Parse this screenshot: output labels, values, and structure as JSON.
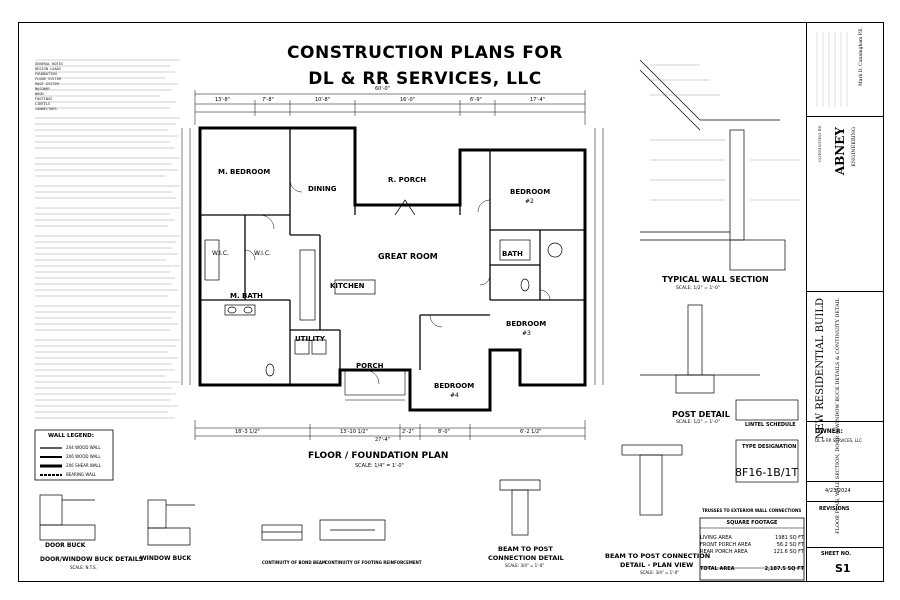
{
  "title": {
    "line1": "CONSTRUCTION PLANS FOR",
    "line2": "DL & RR SERVICES, LLC"
  },
  "rooms": {
    "m_bedroom": "M. BEDROOM",
    "dining": "DINING",
    "r_porch": "R. PORCH",
    "bedroom2": "BEDROOM",
    "bedroom2_num": "#2",
    "great_room": "GREAT ROOM",
    "kitchen": "KITCHEN",
    "m_bath": "M. BATH",
    "wic1": "W.I.C.",
    "wic2": "W.I.C.",
    "bath": "BATH",
    "bedroom3": "BEDROOM",
    "bedroom3_num": "#3",
    "utility": "UTILITY",
    "porch": "PORCH",
    "bedroom4": "BEDROOM",
    "bedroom4_num": "#4"
  },
  "plan_caption": {
    "title": "FLOOR / FOUNDATION PLAN",
    "scale": "SCALE: 1/4\" = 1'-0\""
  },
  "dims": {
    "overall_top": "60'-0\"",
    "top_segments": [
      "13'-8\"",
      "7'-8\"",
      "10'-8\"",
      "16'-0\"",
      "6'-9\"",
      "17'-4\""
    ],
    "overall_bottom": "27'-4\"",
    "bottom_segments": [
      "18'-3 1/2\"",
      "13'-10 1/2\"",
      "2'-2\"",
      "8'-0\"",
      "6'-2 1/2\""
    ]
  },
  "wall_legend": {
    "title": "WALL LEGEND:",
    "items": [
      "2X4 WOOD WALL",
      "2X6 WOOD WALL",
      "2X6 SHEAR WALL",
      "BEARING WALL"
    ]
  },
  "details": {
    "typical_wall_section": {
      "title": "TYPICAL WALL SECTION",
      "scale": "SCALE: 1/2\" = 1'-0\""
    },
    "post_detail": {
      "title": "POST DETAIL",
      "scale": "SCALE: 1/2\" = 1'-0\""
    },
    "door_buck": "DOOR BUCK",
    "window_buck": "WINDOW BUCK",
    "door_window_buck": "DOOR/WINDOW BUCK DETAILS",
    "door_window_scale": "SCALE: N.T.S.",
    "continuity_bond_beam": "CONTINUITY OF BOND BEAM",
    "continuity_footing": "CONTINUITY OF FOOTING REINFORCEMENT",
    "beam_to_post": {
      "title": "BEAM TO POST",
      "title2": "CONNECTION DETAIL",
      "scale": "SCALE: 3/4\" = 1'-0\""
    },
    "beam_to_post_plan": {
      "title": "BEAM TO POST CONNECTION",
      "title2": "DETAIL - PLAN VIEW",
      "scale": "SCALE: 3/4\" = 1'-0\""
    },
    "lintel_schedule": "LINTEL SCHEDULE",
    "type_designation": "TYPE DESIGNATION",
    "lintel_code": "8F16-1B/1T",
    "trusses_note": "TRUSSES TO EXTERIOR WALL CONNECTIONS"
  },
  "square_footage": {
    "title": "SQUARE FOOTAGE",
    "rows": [
      {
        "label": "LIVING AREA",
        "value": "1981 SQ FT"
      },
      {
        "label": "FRONT PORCH AREA",
        "value": "56.2 SQ FT"
      },
      {
        "label": "REAR PORCH AREA",
        "value": "121.6 SQ FT"
      }
    ],
    "total_label": "TOTAL AREA",
    "total_value": "2,187.5 SQ FT"
  },
  "title_block": {
    "firm": "ABNEY",
    "firm_sub": "ENGINEERING",
    "consultant": "CONSULTING BY:",
    "engineer": "Mark D. Cunningham P.E.",
    "project": "NEW RESIDENTIAL BUILD",
    "sheet_desc": "FLOOR PLAN, WALL SECTION, DOOR & WINDOW BUCK DETAILS & CONTINUITY DETAIL",
    "owner_label": "OWNER:",
    "owner": "DL & RR SERVICES, LLC",
    "date": "4/23/2024",
    "revisions": "REVISIONS",
    "sheet_no_label": "SHEET NO.",
    "sheet_no": "S1"
  },
  "notes_text": "GENERAL NOTES\nDESIGN LOADS\nFOUNDATION\nFLOOR SYSTEM\nROOF SYSTEM\nMASONRY\nWOOD\nFOOTINGS\nLINTELS\nCONNECTORS"
}
